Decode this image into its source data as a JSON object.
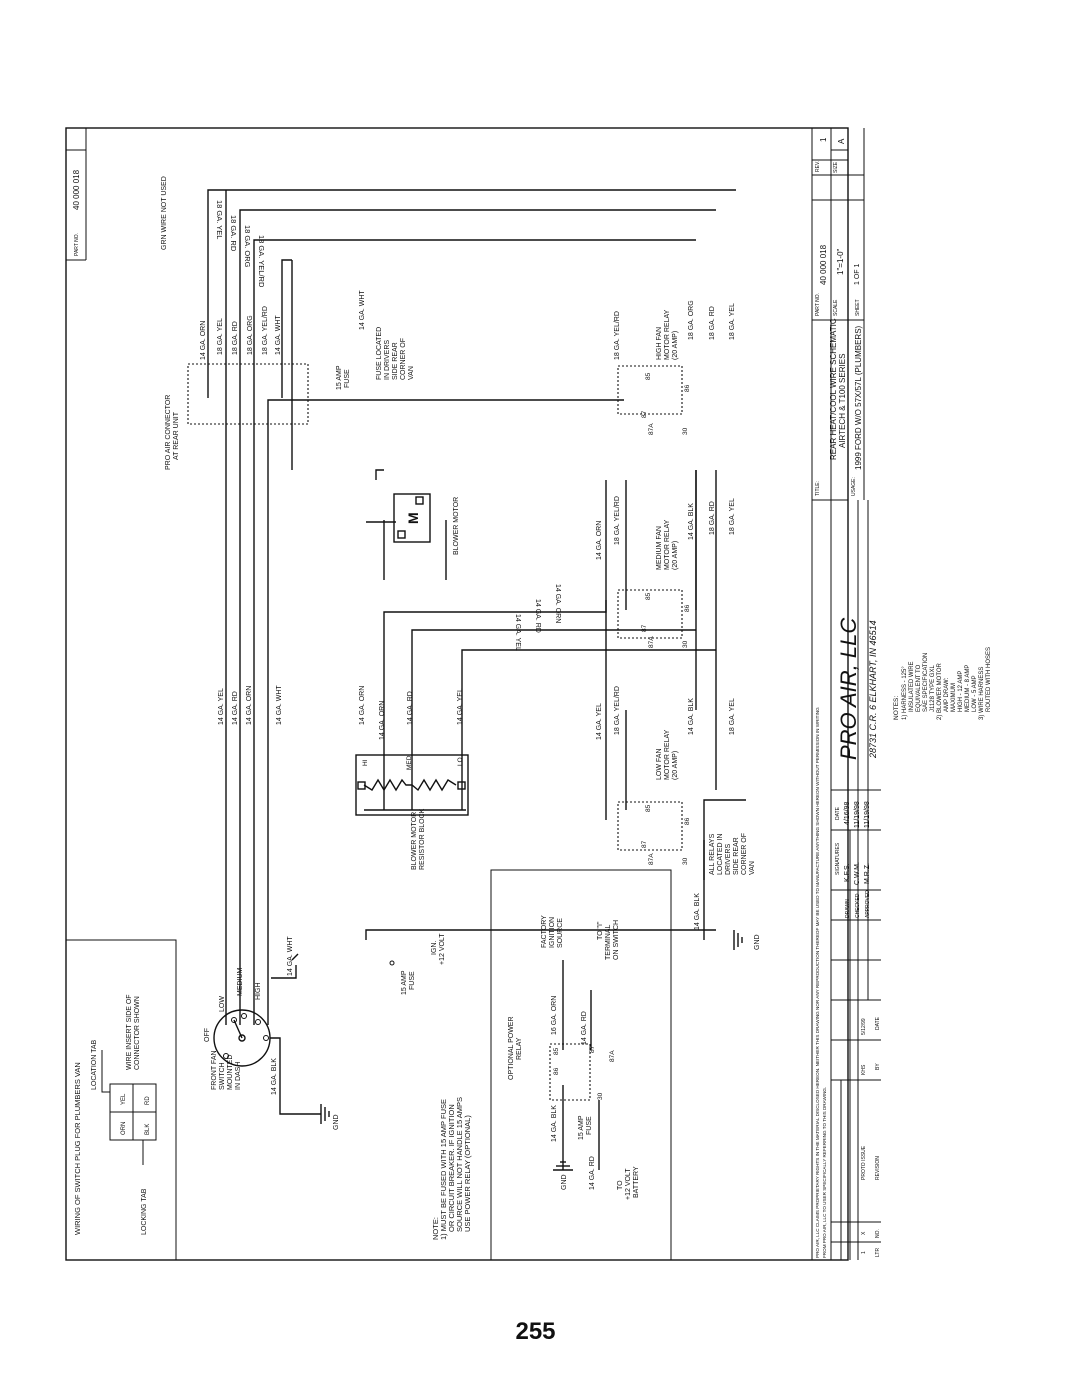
{
  "page_number": "255",
  "title_block": {
    "title_label": "TITLE:",
    "title_line1": "REAR HEAT/COOL WIRE SCHEMATIC",
    "title_line2": "AIRTECH & T100 SERIES",
    "usage_label": "USAGE:",
    "usage": "1999 FORD W/O 57X/57L (PLUMBERS)",
    "part_no_label": "PART NO.",
    "part_no": "40 000 018",
    "rev_label": "REV.",
    "rev": "1",
    "scale_label": "SCALE",
    "scale": "1\"=1-0\"",
    "size_label": "SIZE",
    "size": "A",
    "sheet_label": "SHEET",
    "sheet": "1 OF 1",
    "company": "PRO AIR, LLC",
    "address": "28731 C.R. 6 ELKHART, IN 46514",
    "signatures_label": "SIGNATURES",
    "date_label": "DATE",
    "drawn_label": "DRAWN",
    "drawn_by": "K.F.S.",
    "drawn_date": "4/16/98",
    "checked_label": "CHECKED",
    "checked_by": "C.W.M.",
    "checked_date": "11/19/98",
    "approved_label": "APPROVED",
    "approved_by": "M.R.Z.",
    "approved_date": "11/19/98",
    "rev_row_ltr": "1",
    "rev_row_no": "X",
    "rev_row_revision": "PROTO ISSUE",
    "rev_row_by": "KHS",
    "rev_row_date": "5/12/99",
    "ltr_label": "LTR",
    "no_label": "NO.",
    "revision_label": "REVISION",
    "by_label": "BY",
    "date_col_label": "DATE",
    "proprietary_1": "PRO AIR, LLC CLAIMS PROPRIETARY RIGHTS IN THE MATERIAL DISCLOSED HEREON. NEITHER THIS DRAWING NOR ANY REPRODUCTION THEREOF MAY BE USED TO MANUFACTURE ANYTHING SHOWN HEREON WITHOUT PERMISSION IN WRITING",
    "proprietary_2": "FROM PRO AIR, LLC TO USER SPECIFICALLY REFERRING TO THIS DRAWING.",
    "top_part_no_label": "PART NO.",
    "top_part_no": "40 000 018"
  },
  "notes_block": {
    "title": "NOTES:",
    "lines": [
      "1) HARNESS - 125°",
      "INSULATED WIRE",
      "EQUIVALENT TO",
      "SAE SPECIFICATION",
      "J1128 TYPE GXL",
      "2) BLOWER MOTOR",
      "AMP DRAW:",
      "MAXIMUM",
      "HIGH - 12 AMP",
      "MEDIUM - 8 AMP",
      "LOW - 5 AMP",
      "3) WIRE HARNESS",
      "ROUTED WITH HOSES"
    ]
  },
  "note_1": {
    "title": "NOTE:",
    "lines": [
      "1) MUST BE FUSED WITH 15 AMP FUSE",
      "OR CIRCUIT BREAKER. IF IGNITION",
      "SOURCE WILL NOT HANDLE 15 AMPS",
      "USE POWER RELAY (OPTIONAL)"
    ]
  },
  "switch_plug": {
    "title": "WIRING OF SWITCH PLUG FOR PLUMBERS VAN",
    "location_tab": "LOCATION TAB",
    "wire_insert_1": "WIRE INSERT SIDE OF",
    "wire_insert_2": "CONNECTOR SHOWN",
    "locking_tab": "LOCKING TAB",
    "pins": [
      "ORN",
      "YEL",
      "BLK",
      "RD"
    ]
  },
  "front_switch": {
    "label_lines": [
      "FRONT FAN",
      "SWITCH",
      "MOUNTED",
      "IN DASH"
    ],
    "off": "OFF",
    "low": "LOW",
    "medium": "MEDIUM",
    "high": "HIGH",
    "blk_wire": "14 GA. BLK",
    "gnd": "GND",
    "wht_wire": "14 GA. WHT",
    "fuse_lines": [
      "15 AMP",
      "FUSE"
    ],
    "ign_lines": [
      "IGN.",
      "+12 VOLT"
    ]
  },
  "power_relay": {
    "title_lines": [
      "OPTIONAL POWER",
      "RELAY"
    ],
    "gnd": "GND",
    "blk_wire": "14 GA. BLK",
    "rd_wire": "14 GA. RD",
    "fuse_lines": [
      "15 AMP",
      "FUSE"
    ],
    "battery_lines": [
      "TO",
      "+12 VOLT",
      "BATTERY"
    ],
    "orn_wire": "16 GA. ORN",
    "rd_wire_2": "14 GA. RD",
    "source_lines": [
      "FACTORY",
      "IGNITION",
      "SOURCE"
    ],
    "terminal_lines": [
      "TO \"I\"",
      "TERMINAL",
      "ON SWITCH"
    ],
    "pins": [
      "86",
      "85",
      "30",
      "87",
      "87A"
    ]
  },
  "resistor_block": {
    "label_lines": [
      "BLOWER MOTOR",
      "RESISTOR BLOCK"
    ],
    "terminals": [
      "HI",
      "MED",
      "LO"
    ]
  },
  "blower_motor": {
    "label": "BLOWER MOTOR",
    "symbol": "M"
  },
  "connector": {
    "label_lines": [
      "PRO AIR CONNECTOR",
      "AT REAR UNIT"
    ],
    "grn_note": "GRN WIRE NOT USED",
    "wires": [
      "14 GA. ORN",
      "18 GA. YEL",
      "18 GA. RD",
      "18 GA. ORG",
      "18 GA. YEL/RD",
      "14 GA. WHT"
    ]
  },
  "fuse_15": {
    "lines": [
      "15 AMP",
      "FUSE"
    ],
    "loc_lines": [
      "FUSE LOCATED",
      "IN DRIVERS",
      "SIDE REAR",
      "CORNER OF",
      "VAN"
    ],
    "wht_wire": "14 GA. WHT"
  },
  "top_wires": [
    "18 GA. YEL",
    "18 GA. RD",
    "18 GA. ORG",
    "18 GA. YEL/RD"
  ],
  "bus_wires": [
    "14 GA. ORN",
    "14 GA. RD",
    "14 GA. YEL"
  ],
  "left_wires": [
    "14 GA. YEL",
    "14 GA. RD",
    "14 GA. ORN",
    "14 GA. WHT"
  ],
  "resistor_feed_wires": [
    "14 GA. ORN",
    "14 GA. ORN",
    "14 GA. RD",
    "14 GA. YEL"
  ],
  "relays": {
    "high": {
      "label_lines": [
        "HIGH FAN",
        "MOTOR RELAY",
        "(20 AMP)"
      ],
      "wires": [
        "18 GA. YEL/RD",
        "18 GA. ORG",
        "18 GA. RD",
        "18 GA. YEL"
      ]
    },
    "medium": {
      "label_lines": [
        "MEDIUM FAN",
        "MOTOR RELAY",
        "(20 AMP)"
      ],
      "wires": [
        "14 GA. ORN",
        "18 GA. YEL/RD",
        "14 GA. BLK",
        "18 GA. RD",
        "18 GA. YEL"
      ]
    },
    "low": {
      "label_lines": [
        "LOW FAN",
        "MOTOR RELAY",
        "(20 AMP)"
      ],
      "wires": [
        "14 GA. YEL",
        "18 GA. YEL/RD",
        "14 GA. BLK",
        "18 GA. YEL"
      ]
    },
    "pins": [
      "85",
      "86",
      "87",
      "87A",
      "30"
    ]
  },
  "relays_location": [
    "ALL RELAYS",
    "LOCATED IN",
    "DRIVERS",
    "SIDE REAR",
    "CORNER OF",
    "VAN"
  ],
  "ground_blk": "14 GA. BLK",
  "ground_gnd": "GND"
}
